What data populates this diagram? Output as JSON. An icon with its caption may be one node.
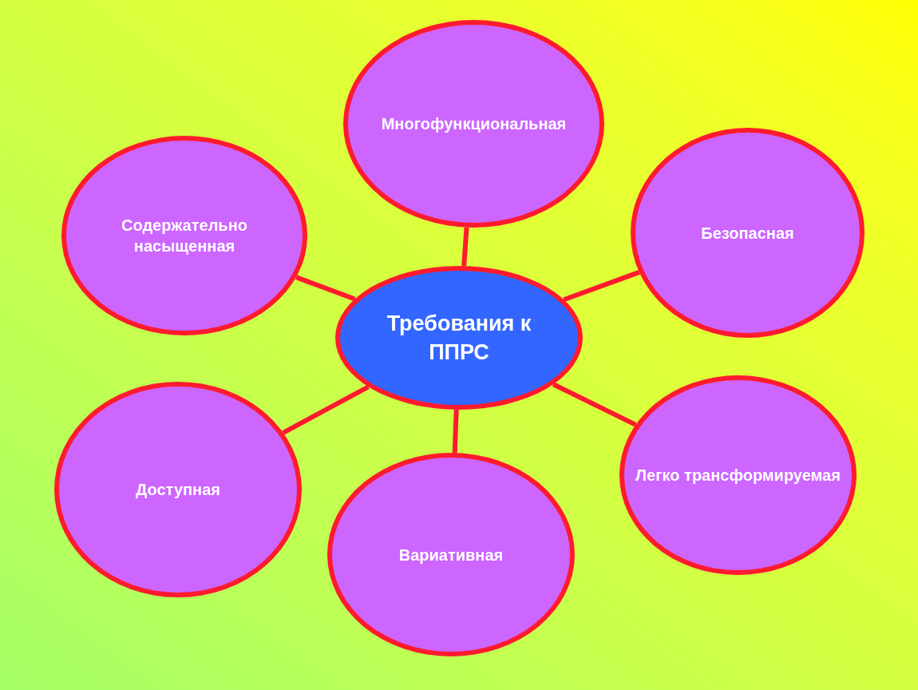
{
  "diagram": {
    "nodes": [
      {
        "text": [
          "Требования к ППРС"
        ]
      },
      {
        "text": [
          "Многофункциональная"
        ]
      },
      {
        "text": [
          "Содержательно насыщенная"
        ]
      },
      {
        "text": [
          "Безопасная"
        ]
      },
      {
        "text": [
          "Доступная"
        ]
      },
      {
        "text": [
          "Легко трансформируемая"
        ]
      },
      {
        "text": [
          "Вариативная"
        ]
      }
    ],
    "edges": [
      {
        "from": 0,
        "to": 1,
        "arrow": "none"
      },
      {
        "from": 0,
        "to": 2,
        "arrow": "none"
      },
      {
        "from": 0,
        "to": 3,
        "arrow": "none"
      },
      {
        "from": 0,
        "to": 4,
        "arrow": "none"
      },
      {
        "from": 0,
        "to": 5,
        "arrow": "none"
      },
      {
        "from": 0,
        "to": 6,
        "arrow": "none"
      }
    ]
  }
}
